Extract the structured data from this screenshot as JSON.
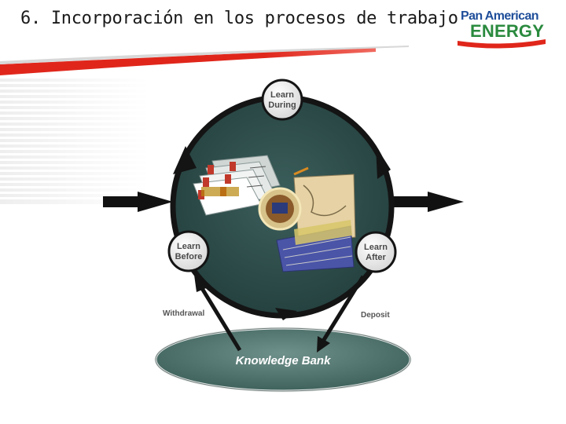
{
  "slide": {
    "title": "6. Incorporación en los procesos de trabajo"
  },
  "logo": {
    "line1": "Pan American",
    "line2": "ENERGY"
  },
  "diagram": {
    "learn_during": {
      "line1": "Learn",
      "line2": "During"
    },
    "learn_before": {
      "line1": "Learn",
      "line2": "Before"
    },
    "learn_after": {
      "line1": "Learn",
      "line2": "After"
    },
    "withdrawal_label": "Withdrawal",
    "deposit_label": "Deposit",
    "knowledge_bank_label": "Knowledge Bank"
  },
  "colors": {
    "stripe_red": "#e0261b",
    "stripe_grey": "#d8d8d8",
    "ring_dark": "#1a1a1a",
    "wheel_fill": "#2d4e4c",
    "bank_fill": "#4a6e68",
    "logo_blue": "#1f4e9a",
    "logo_green": "#2a8a3e"
  }
}
